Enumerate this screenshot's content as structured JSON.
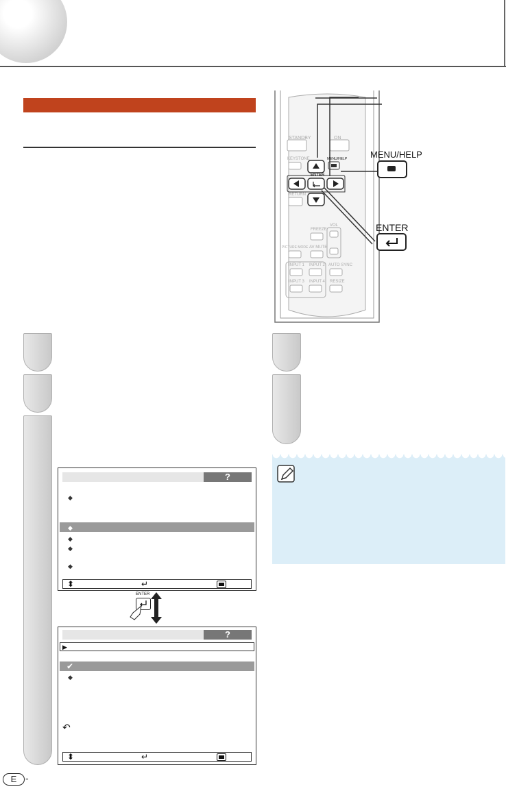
{
  "callouts": {
    "menu_help": "MENU/HELP",
    "enter": "ENTER"
  },
  "remote": {
    "standby": "STANDBY",
    "on": "ON",
    "keystone": "KEYSTONE",
    "menu_help_small": "MENU/HELP",
    "enter_small": "ENTER",
    "return": "RETURN",
    "freeze": "FREEZE",
    "vol": "VOL",
    "picture_mode": "PICTURE MODE",
    "av_mute": "AV MUTE",
    "input1": "INPUT 1",
    "input2": "INPUT 2",
    "auto_sync": "AUTO SYNC",
    "input3": "INPUT 3",
    "input4": "INPUT 4",
    "resize": "RESIZE"
  },
  "menu_screens": {
    "help_symbol": "?",
    "enter_caption": "ENTER"
  },
  "footer": {
    "language_mark": "E",
    "dash": "-"
  }
}
